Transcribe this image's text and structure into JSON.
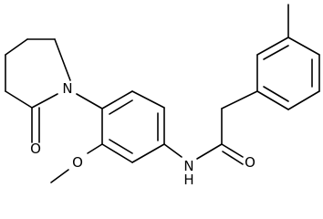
{
  "molecule": {
    "atoms": {
      "n_ring": "N",
      "o_lactam": "O",
      "o_methoxy": "O",
      "n_amide": "N",
      "h_amide": "H",
      "o_amide": "O"
    }
  },
  "colors": {
    "background": "#ffffff",
    "bond": "#000000",
    "label": "#000000"
  }
}
